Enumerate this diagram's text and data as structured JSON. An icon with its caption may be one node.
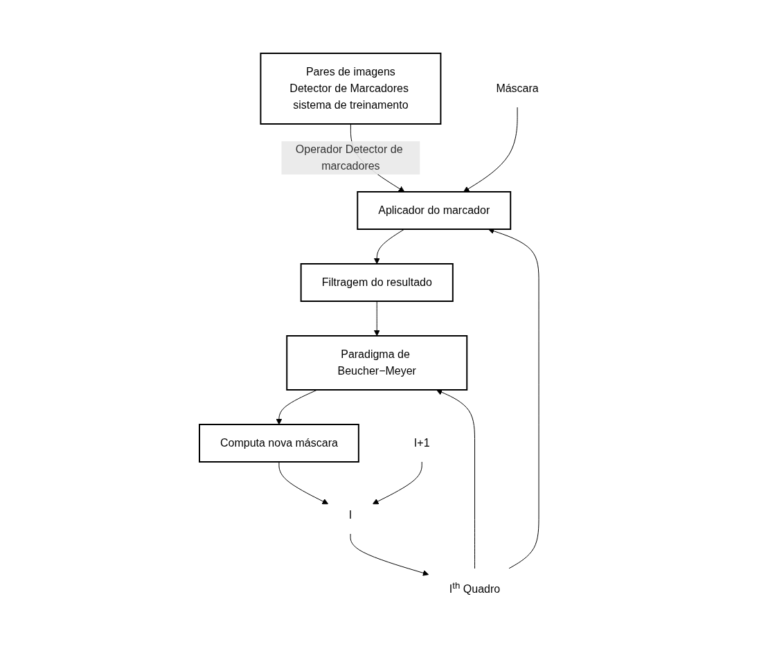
{
  "diagram": {
    "nodes": [
      {
        "text": [
          "Pares de imagens",
          "Detector de Marcadores sistema de treinamento"
        ]
      },
      {
        "text": [
          "Máscara"
        ]
      },
      {
        "text": [
          "I$^{th}$ Quadro"
        ]
      },
      {
        "text": [
          "Aplicador do marcador"
        ]
      },
      {
        "text": [
          "Filtragem do resultado"
        ]
      },
      {
        "text": [
          "Paradigma de Beucher−Meyer"
        ]
      },
      {
        "text": [
          "Computa nova máscara"
        ]
      },
      {
        "text": [
          "I"
        ]
      },
      {
        "text": [
          "I+1"
        ]
      }
    ],
    "edges": [
      {
        "from": 0,
        "to": 3,
        "arrow": "to",
        "label": "Operador Detector de marcadores"
      },
      {
        "from": 1,
        "to": 3,
        "arrow": "to"
      },
      {
        "from": 2,
        "to": 3,
        "arrow": "to"
      },
      {
        "from": 3,
        "to": 4,
        "arrow": "to"
      },
      {
        "from": 4,
        "to": 5,
        "arrow": "to"
      },
      {
        "from": 2,
        "to": 5,
        "arrow": "to"
      },
      {
        "from": 5,
        "to": 6,
        "arrow": "to"
      },
      {
        "from": 6,
        "to": 7,
        "arrow": "to"
      },
      {
        "from": 8,
        "to": 7,
        "arrow": "to"
      },
      {
        "from": 7,
        "to": 2,
        "arrow": "to"
      }
    ]
  }
}
